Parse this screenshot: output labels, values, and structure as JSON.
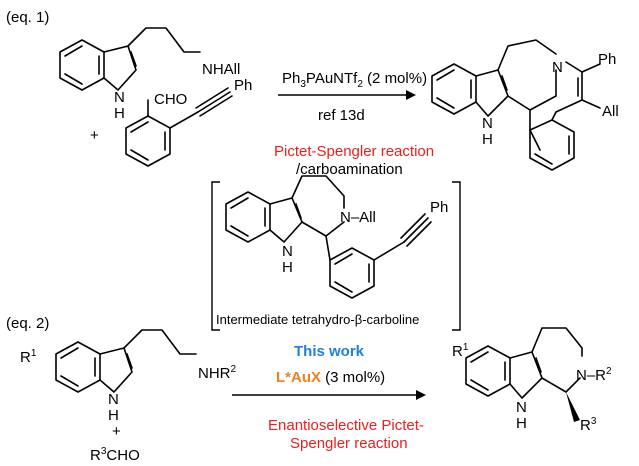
{
  "eq1": {
    "label": "(eq. 1)",
    "reactant_amine": "NHAll",
    "reactant_nh_h": "H",
    "reactant_nh_n": "N",
    "plus": "+",
    "aldehyde_cho": "CHO",
    "aldehyde_ph": "Ph",
    "catalyst": "Ph3PAuNTf2 (2 mol%)",
    "reference": "ref 13d",
    "reaction_name_line1": "Pictet-Spengler reaction",
    "reaction_name_line2": "/carboamination",
    "product_ph": "Ph",
    "product_all": "All",
    "product_n": "N",
    "product_nh_n": "N",
    "product_nh_h": "H"
  },
  "intermediate": {
    "n_all": "N–All",
    "nh_n": "N",
    "nh_h": "H",
    "ph": "Ph",
    "caption": "Intermediate tetrahydro-β-carboline"
  },
  "eq2": {
    "label": "(eq. 2)",
    "r1": "R1",
    "reactant_amine": "NHR2",
    "nh_n": "N",
    "nh_h": "H",
    "plus": "+",
    "aldehyde": "R3CHO",
    "work_label": "This work",
    "catalyst": "L*AuX (3 mol%)",
    "reaction_name_line1": "Enantioselective Pictet-",
    "reaction_name_line2": "Spengler reaction",
    "product_r1": "R1",
    "product_n_r2": "N–R2",
    "product_r3": "R3",
    "product_nh_n": "N",
    "product_nh_h": "H"
  }
}
